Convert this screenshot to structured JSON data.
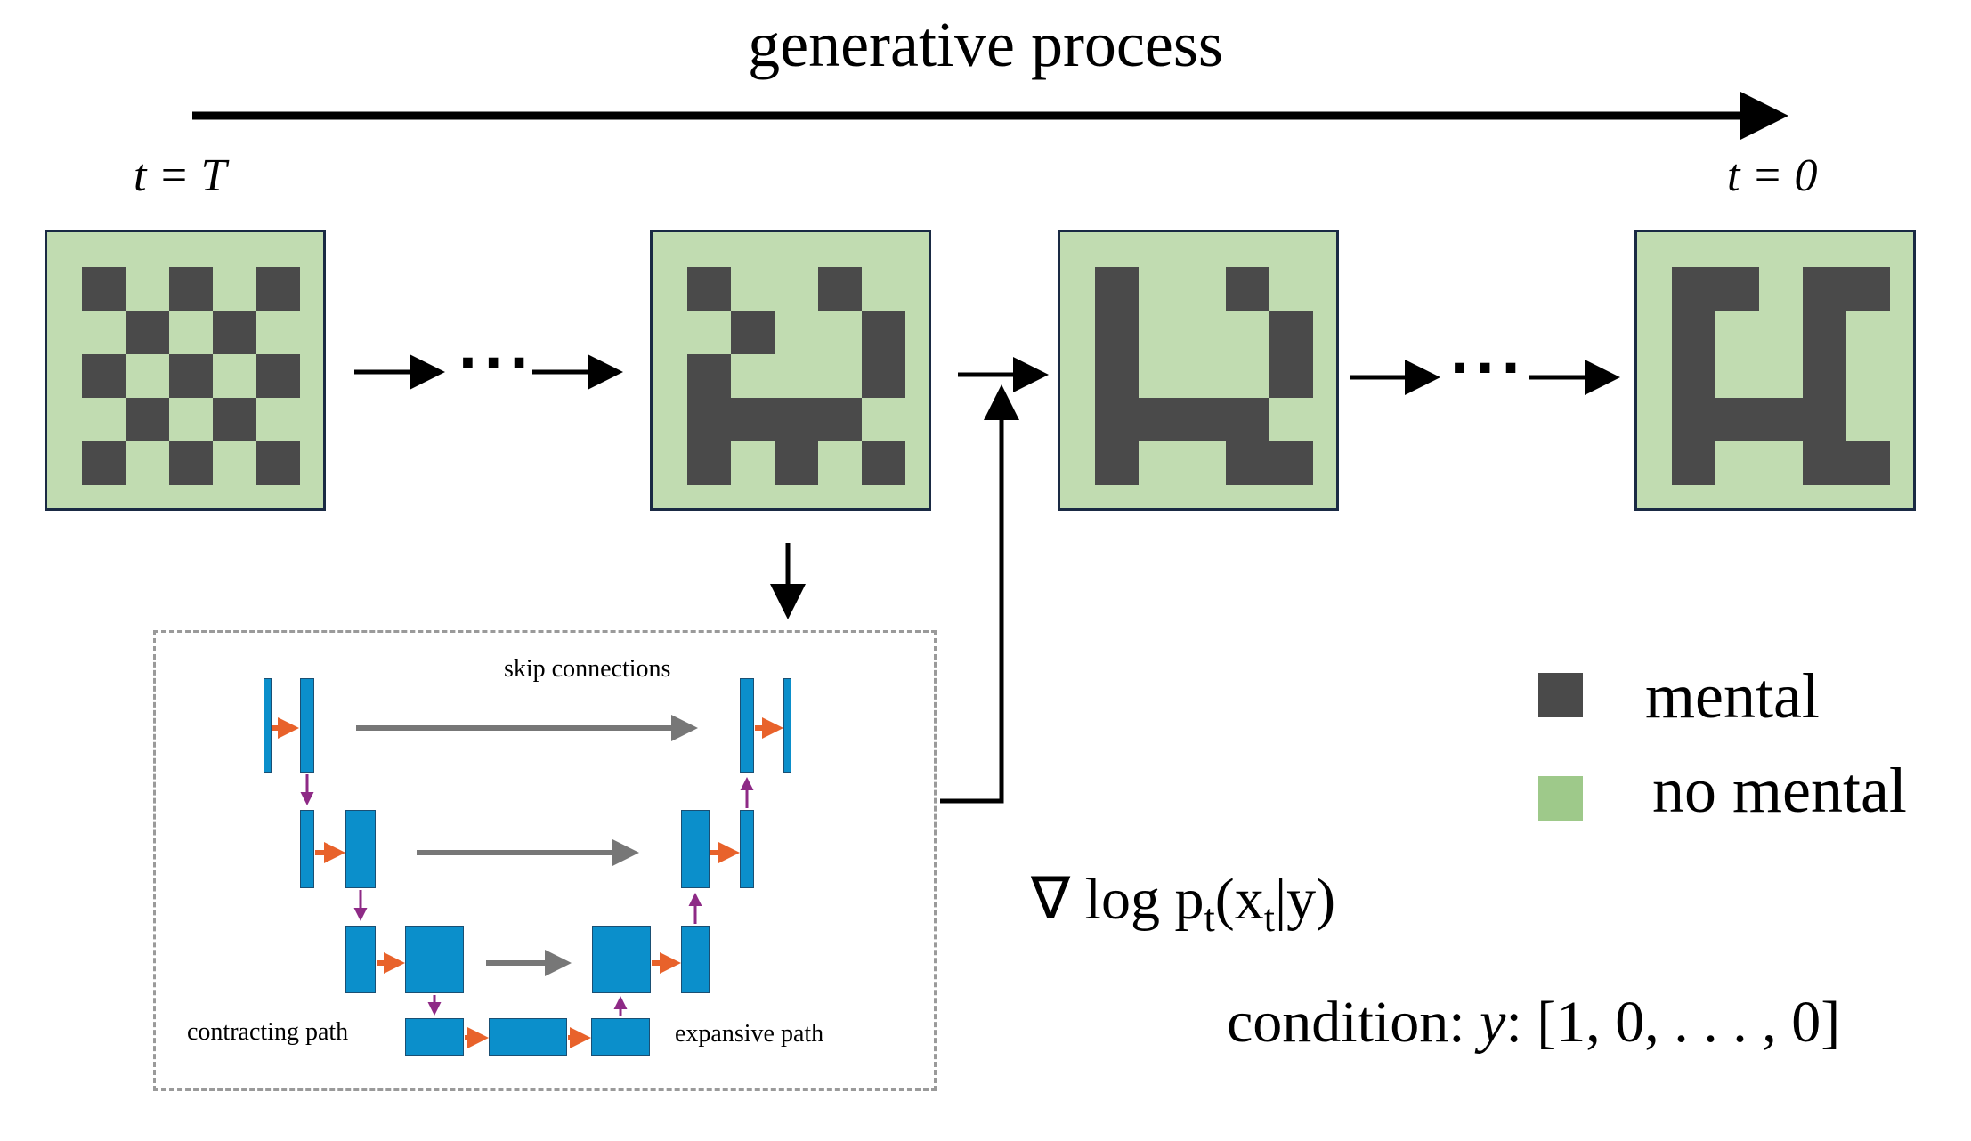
{
  "title": "generative process",
  "time_start_label": "t = T",
  "time_end_label": "t = 0",
  "ellipsis": "···",
  "unet": {
    "skip_label": "skip connections",
    "contracting_label": "contracting path",
    "expansive_label": "expansive path"
  },
  "formula": "∇ log p",
  "formula_sub": "t",
  "formula_rest_open": "(x",
  "formula_sub2": "t",
  "formula_rest_close": "|y)",
  "condition": {
    "prefix": "condition:",
    "variable": "y",
    "value": ": [1, 0, . . . , 0]"
  },
  "legend": [
    {
      "label": "mental",
      "color": "#4a4a4a"
    },
    {
      "label": "no mental",
      "color": "#9ec98a"
    }
  ],
  "colors": {
    "grid_bg": "#c1dcb1",
    "cell": "#4a4a4a",
    "unet_block": "#0b8fcb",
    "orange_arrow": "#e8622b",
    "purple_arrow": "#8e2a86",
    "gray_arrow": "#777777"
  },
  "grids": [
    {
      "name": "grid-t-T",
      "cells": [
        [
          0,
          0
        ],
        [
          0,
          2
        ],
        [
          0,
          4
        ],
        [
          1,
          1
        ],
        [
          1,
          3
        ],
        [
          2,
          0
        ],
        [
          2,
          2
        ],
        [
          2,
          4
        ],
        [
          3,
          1
        ],
        [
          3,
          3
        ],
        [
          4,
          0
        ],
        [
          4,
          2
        ],
        [
          4,
          4
        ]
      ]
    },
    {
      "name": "grid-intermediate-1",
      "cells": [
        [
          0,
          0
        ],
        [
          0,
          3
        ],
        [
          1,
          1
        ],
        [
          1,
          4
        ],
        [
          2,
          0
        ],
        [
          2,
          4
        ],
        [
          3,
          0
        ],
        [
          3,
          1
        ],
        [
          3,
          2
        ],
        [
          3,
          3
        ],
        [
          4,
          0
        ],
        [
          4,
          2
        ],
        [
          4,
          4
        ]
      ]
    },
    {
      "name": "grid-intermediate-2",
      "cells": [
        [
          0,
          0
        ],
        [
          0,
          3
        ],
        [
          1,
          0
        ],
        [
          1,
          4
        ],
        [
          2,
          0
        ],
        [
          2,
          4
        ],
        [
          3,
          0
        ],
        [
          3,
          1
        ],
        [
          3,
          2
        ],
        [
          3,
          3
        ],
        [
          4,
          0
        ],
        [
          4,
          3
        ],
        [
          4,
          4
        ]
      ]
    },
    {
      "name": "grid-t-0",
      "cells": [
        [
          0,
          0
        ],
        [
          0,
          1
        ],
        [
          0,
          3
        ],
        [
          0,
          4
        ],
        [
          1,
          0
        ],
        [
          1,
          3
        ],
        [
          2,
          0
        ],
        [
          2,
          3
        ],
        [
          3,
          0
        ],
        [
          3,
          1
        ],
        [
          3,
          2
        ],
        [
          3,
          3
        ],
        [
          4,
          0
        ],
        [
          4,
          3
        ],
        [
          4,
          4
        ]
      ]
    }
  ]
}
